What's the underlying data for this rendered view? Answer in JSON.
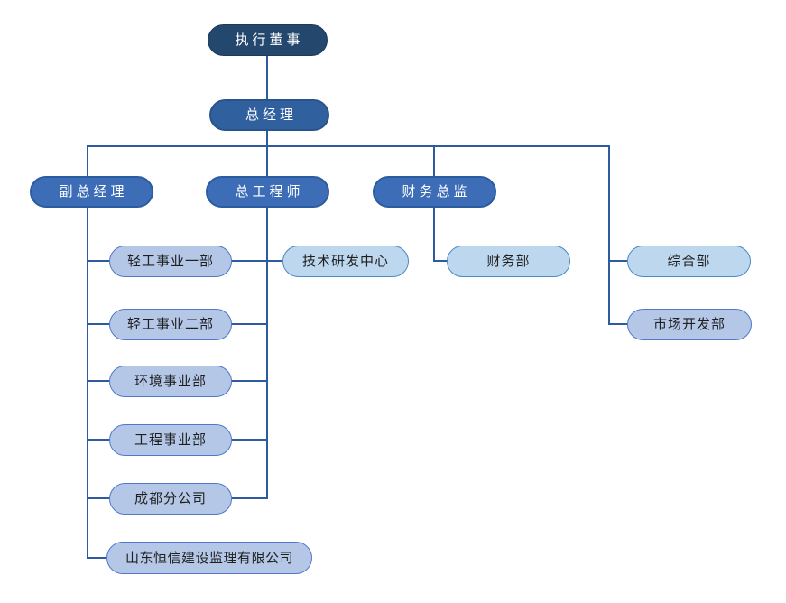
{
  "colors": {
    "line": "#2E5B9F",
    "node-dark": "#24476E",
    "node-dark-border": "#1D3A5C",
    "node-primary": "#30609E",
    "node-primary-border": "#28538C",
    "node-primary2": "#3D6DB6",
    "node-primary2-border": "#2C5CA0",
    "node-lavender": "#B4C7E7",
    "node-lavender-border": "#5077C9",
    "node-sky": "#BDD7EE",
    "node-sky-border": "#4889C7",
    "text-light": "#FFFFFF",
    "text-dark": "#1F1F1F",
    "background": "#FFFFFF"
  },
  "nodes": {
    "executive_director": "执行董事",
    "general_manager": "总经理",
    "deputy_general_manager": "副总经理",
    "chief_engineer": "总工程师",
    "finance_director": "财务总监",
    "light_industry_div1": "轻工事业一部",
    "light_industry_div2": "轻工事业二部",
    "environment_div": "环境事业部",
    "engineering_div": "工程事业部",
    "chengdu_branch": "成都分公司",
    "shandong_hengxin": "山东恒信建设监理有限公司",
    "tech_rd_center": "技术研发中心",
    "finance_dept": "财务部",
    "general_affairs_dept": "综合部",
    "market_dev_dept": "市场开发部"
  }
}
